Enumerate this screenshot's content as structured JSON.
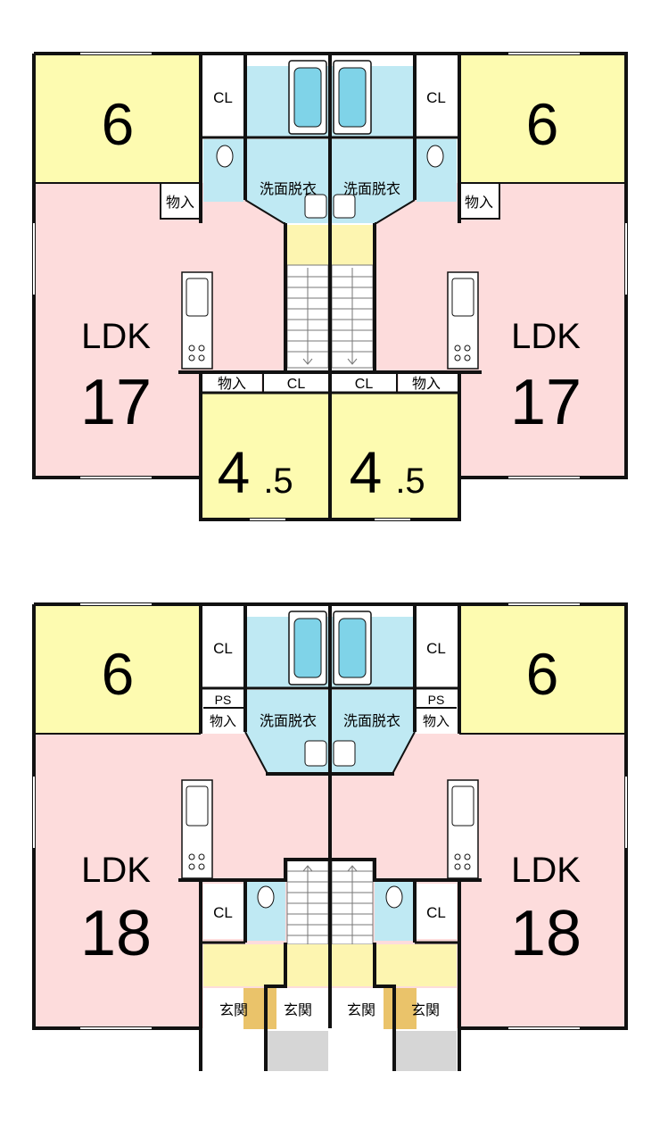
{
  "colors": {
    "ldk": "#fddcdc",
    "bedroom": "#fdfbb0",
    "wet": "#bfe9f3",
    "hall": "#fdf5b0",
    "genkan": "#eac36a",
    "porch": "#d6d6d6",
    "wall": "#111111",
    "storage": "#ffffff"
  },
  "upper": {
    "left_bedroom_6": "6",
    "right_bedroom_6": "6",
    "cl_top_left": "CL",
    "cl_top_right": "CL",
    "washroom_left": "洗面脱衣",
    "washroom_right": "洗面脱衣",
    "storage_left": "物入",
    "storage_right": "物入",
    "ldk_left_label": "LDK",
    "ldk_left_size": "17",
    "ldk_right_label": "LDK",
    "ldk_right_size": "17",
    "storage_mid_left": "物入",
    "storage_mid_right": "物入",
    "cl_mid_left": "CL",
    "cl_mid_right": "CL",
    "room45_left_int": "4",
    "room45_left_dec": ".5",
    "room45_right_int": "4",
    "room45_right_dec": ".5"
  },
  "lower": {
    "left_bedroom_6": "6",
    "right_bedroom_6": "6",
    "cl_top_left": "CL",
    "cl_top_right": "CL",
    "ps_left": "PS",
    "ps_right": "PS",
    "storage_left": "物入",
    "storage_right": "物入",
    "washroom_left": "洗面脱衣",
    "washroom_right": "洗面脱衣",
    "ldk_left_label": "LDK",
    "ldk_left_size": "18",
    "ldk_right_label": "LDK",
    "ldk_right_size": "18",
    "cl_low_left": "CL",
    "cl_low_right": "CL",
    "genkan_1": "玄関",
    "genkan_2": "玄関",
    "genkan_3": "玄関",
    "genkan_4": "玄関"
  }
}
